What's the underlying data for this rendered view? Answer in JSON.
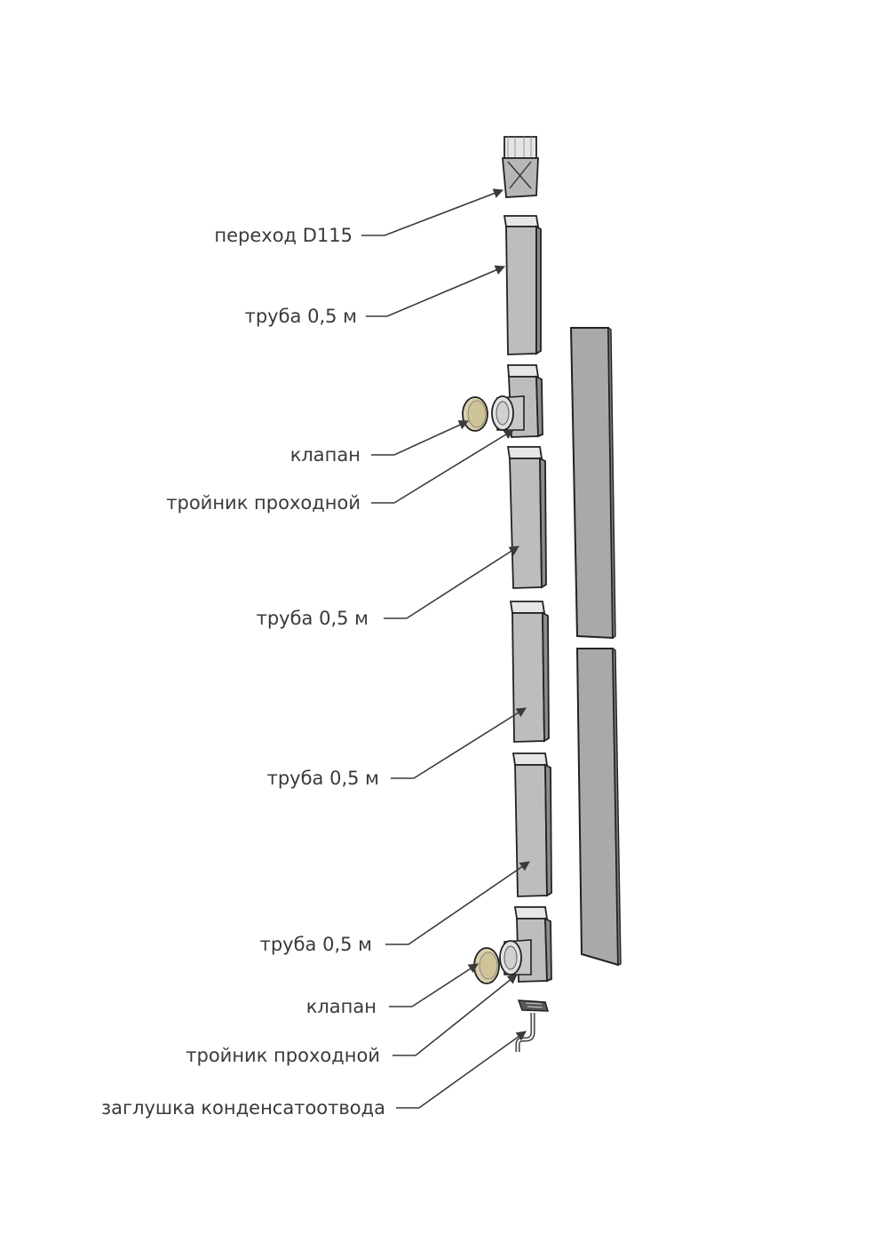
{
  "labels": {
    "transition": "переход D115",
    "pipe_1": "труба 0,5 м",
    "valve_1": "клапан",
    "tee_1": "тройник проходной",
    "pipe_2": "труба 0,5 м",
    "pipe_3": "труба 0,5 м",
    "pipe_4": "труба 0,5 м",
    "valve_2": "клапан",
    "tee_2": "тройник проходной",
    "condensate_plug": "заглушка конденсатоотвода"
  },
  "colors": {
    "metal_light": "#c6c6c6",
    "metal_mid": "#b4b4b4",
    "metal_dark": "#8f8f8f",
    "panel": "#a9a9a9",
    "valve_cap": "#d8cfa9",
    "leader": "#3a3a3a"
  }
}
